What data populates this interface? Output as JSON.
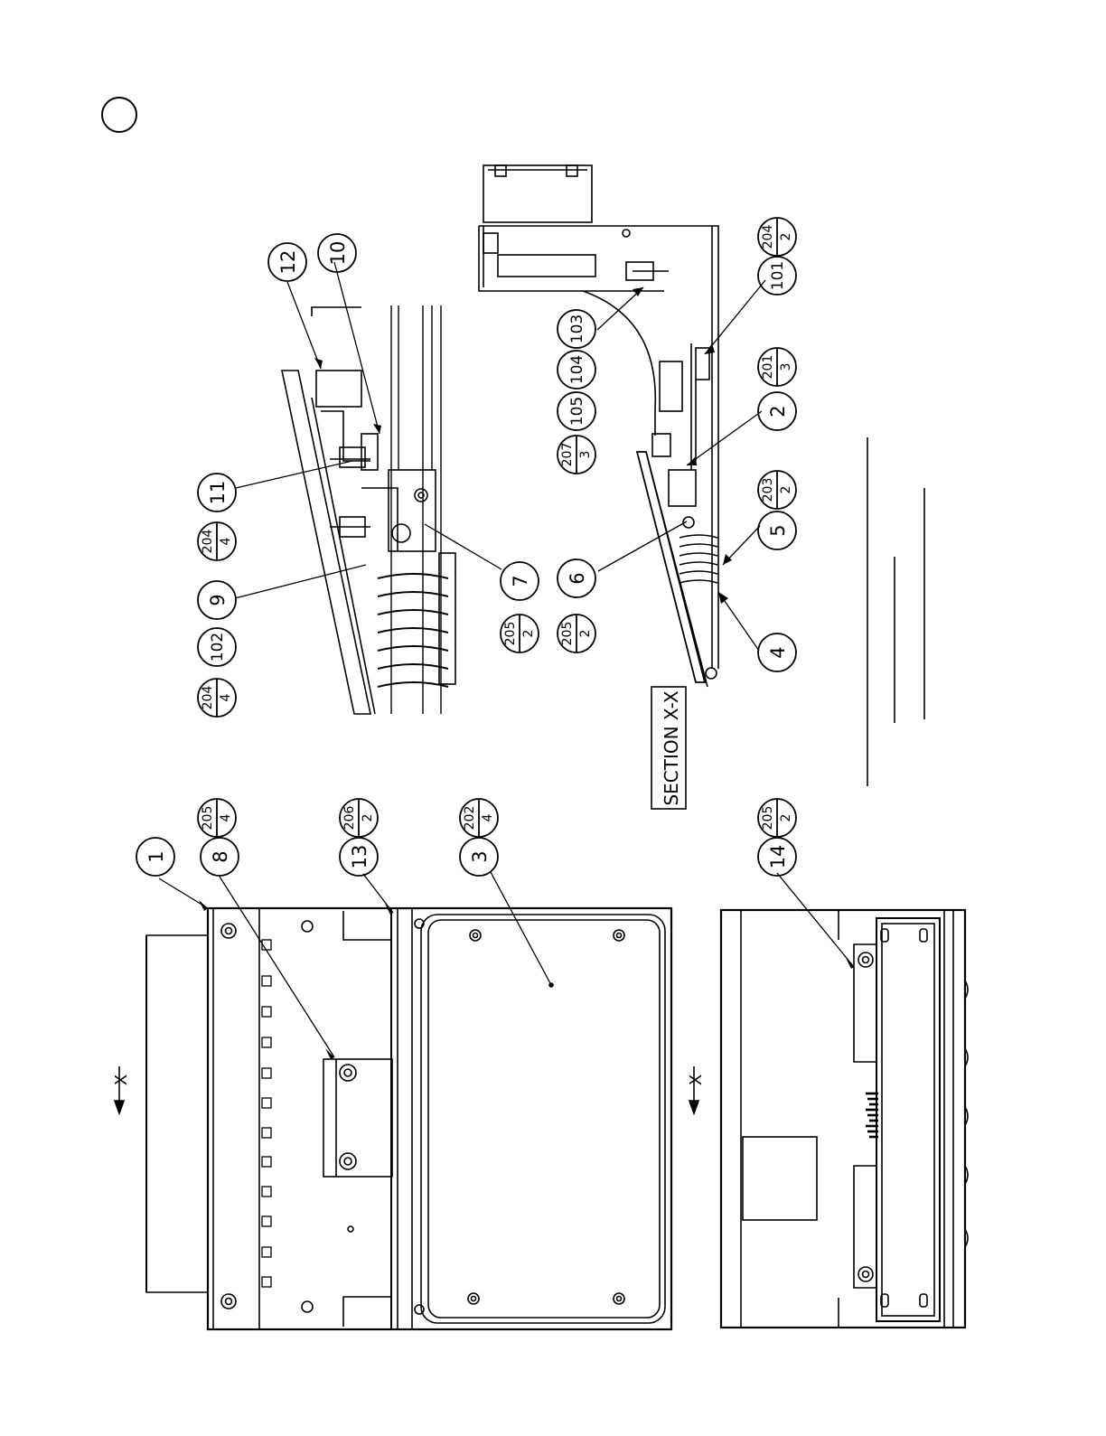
{
  "title": "",
  "section_label": "SECTION X-X",
  "view_arrows": [
    "X",
    "X"
  ],
  "callouts_single": [
    "1",
    "2",
    "3",
    "4",
    "5",
    "6",
    "7",
    "8",
    "9",
    "10",
    "11",
    "12",
    "13",
    "14",
    "101",
    "102",
    "103",
    "104",
    "105"
  ],
  "callouts_split": [
    {
      "top": "204",
      "bottom": "4"
    },
    {
      "top": "204",
      "bottom": "4"
    },
    {
      "top": "205",
      "bottom": "2"
    },
    {
      "top": "205",
      "bottom": "2"
    },
    {
      "top": "203",
      "bottom": "2"
    },
    {
      "top": "201",
      "bottom": "3"
    },
    {
      "top": "204",
      "bottom": "2"
    },
    {
      "top": "207",
      "bottom": "3"
    },
    {
      "top": "205",
      "bottom": "4"
    },
    {
      "top": "206",
      "bottom": "2"
    },
    {
      "top": "202",
      "bottom": "4"
    },
    {
      "top": "205",
      "bottom": "2"
    }
  ]
}
